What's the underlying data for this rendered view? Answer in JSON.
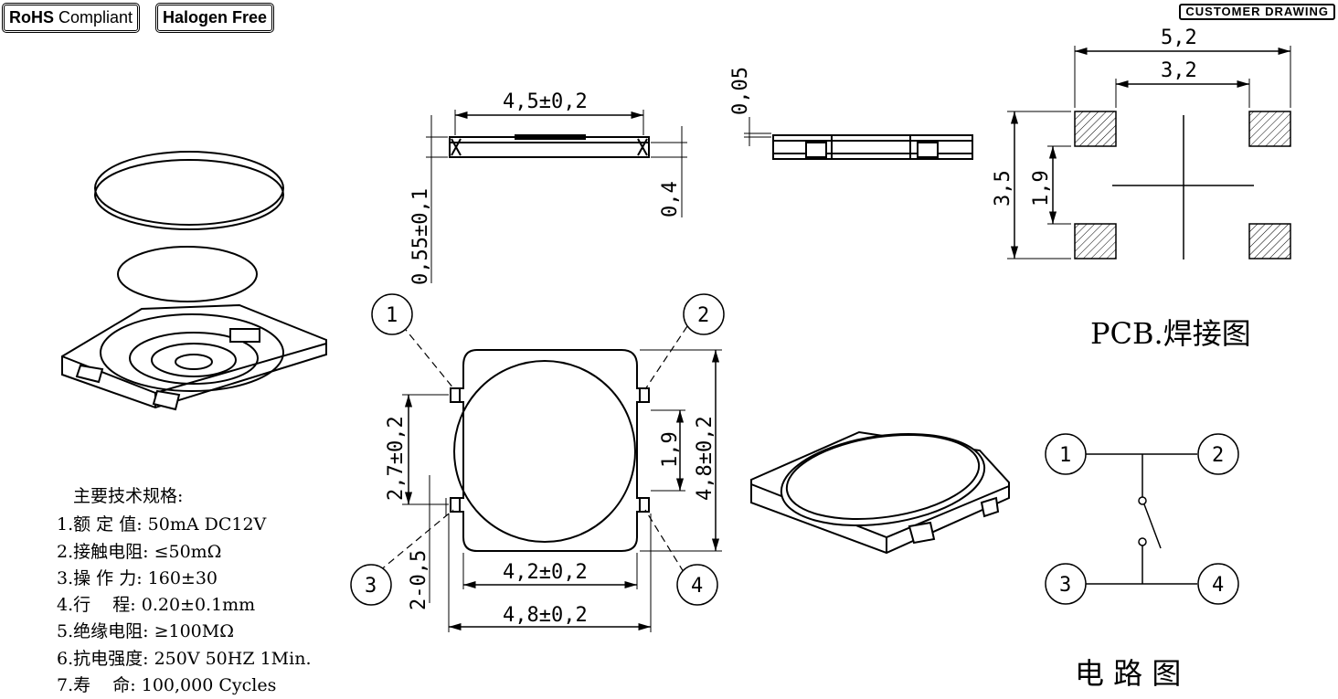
{
  "badges": {
    "rohs_bold": "RoHS",
    "rohs_rest": "Compliant",
    "halogen": "Halogen Free",
    "customer": "CUSTOMER DRAWING"
  },
  "dimensions": {
    "top_width": "4,5±0,2",
    "top_height": "0,55±0,1",
    "top_step": "0,4",
    "side_gap": "0,05",
    "pcb_outer_w": "5,2",
    "pcb_inner_w": "3,2",
    "pcb_outer_h": "3,5",
    "pcb_inner_h": "1,9",
    "main_pin_span": "2,7±0,2",
    "main_inner_h": "1,9",
    "main_outer_h": "4,8±0,2",
    "main_inner_w": "4,2±0,2",
    "main_outer_w": "4,8±0,2",
    "main_pin_w": "2-0,5"
  },
  "pins": [
    "1",
    "2",
    "3",
    "4"
  ],
  "pcb_label": "PCB.焊接图",
  "circuit_label": "电 路 图",
  "specs": {
    "title": "主要技术规格:",
    "lines": [
      "1.额 定 值: 50mA DC12V",
      "2.接触电阻: ≤50mΩ",
      "3.操 作 力: 160±30",
      "4.行    程: 0.20±0.1mm",
      "5.绝缘电阻: ≥100MΩ",
      "6.抗电强度: 250V 50HZ 1Min.",
      "7.寿    命: 100,000 Cycles"
    ]
  }
}
